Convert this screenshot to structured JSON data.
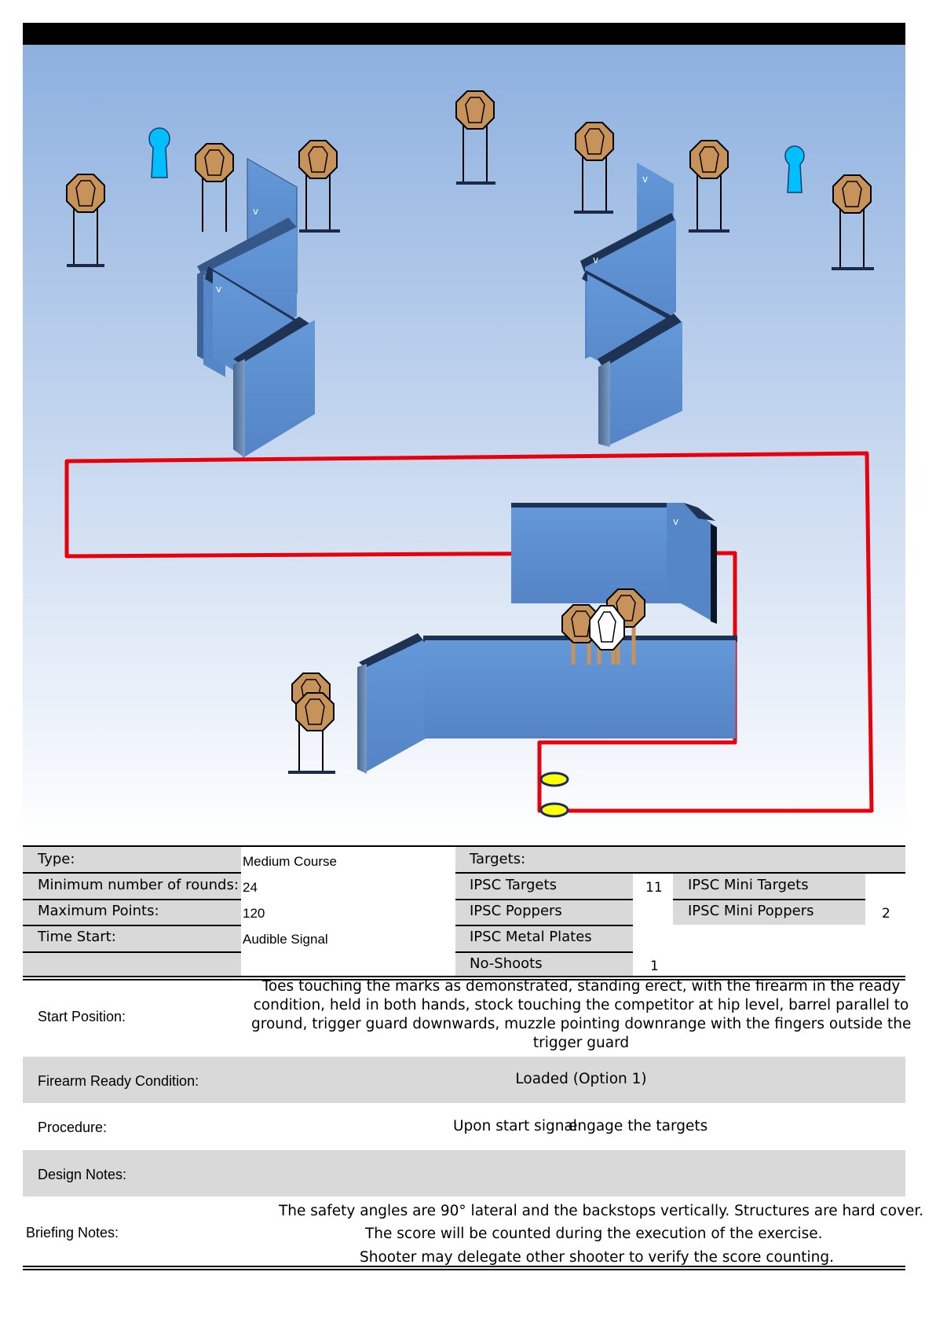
{
  "info": {
    "type_label": "Type:",
    "type_value": "Medium Course",
    "min_rounds_label": "Minimum number of rounds:",
    "min_rounds_value": "24",
    "max_points_label": "Maximum Points:",
    "max_points_value": "120",
    "time_start_label": "Time Start:",
    "time_start_value": "Audible Signal"
  },
  "targets": {
    "header": "Targets:",
    "ipsc_targets_label": "IPSC Targets",
    "ipsc_targets_value": "11",
    "ipsc_poppers_label": "IPSC Poppers",
    "ipsc_metal_plates_label": "IPSC Metal Plates",
    "no_shoots_label": "No-Shoots",
    "no_shoots_value": "1",
    "mini_targets_label": "IPSC Mini Targets",
    "mini_poppers_label": "IPSC Mini Poppers",
    "mini_poppers_value": "2"
  },
  "briefing": {
    "start_position_label": "Start Position:",
    "start_position_lines": [
      "Toes touching the marks as demonstrated, standing erect, with the firearm in the ready",
      "condition, held in both hands, stock touching the competitor at hip level, barrel parallel to",
      "ground, trigger guard downwards, muzzle pointing downrange with the fingers outside the",
      "trigger guard"
    ],
    "ready_condition_label": "Firearm Ready Condition:",
    "ready_condition_value": "Loaded (Option 1)",
    "procedure_label": "Procedure:",
    "procedure_value_a": "Upon start signal",
    "procedure_value_b": "engage the targets",
    "design_notes_label": "Design Notes:",
    "briefing_notes_label": "Briefing Notes:",
    "briefing_lines": [
      "The safety angles are 90° lateral and the backstops vertically. Structures are hard cover.",
      "The score will be counted during the execution of the exercise.",
      "Shooter may delegate other shooter to verify the score counting."
    ]
  },
  "colors": {
    "sky_top": "#8fb2e0",
    "sky_bottom": "#ffffff",
    "wall": "#5b8fd4",
    "wall_dark": "#3e6aa8",
    "target": "#c8935a",
    "no_shoot": "#ffffff",
    "popper": "#00bfff",
    "fault_line": "#ff0000",
    "start_mark": "#ffff00"
  }
}
